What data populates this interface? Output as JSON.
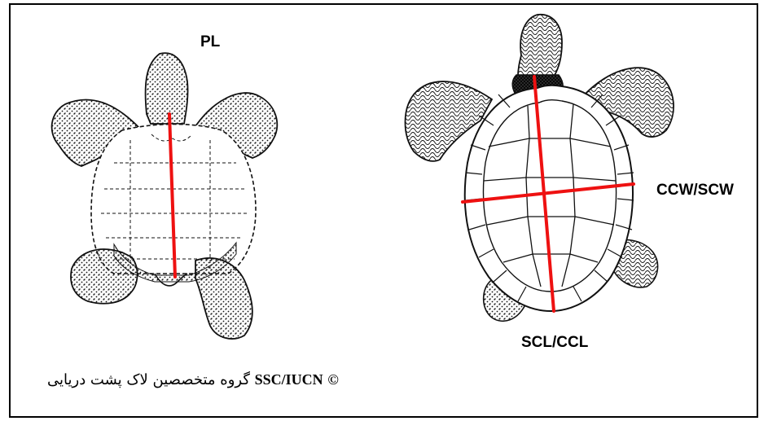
{
  "figure": {
    "label_pl": "PL",
    "label_width": "CCW/SCW",
    "label_length": "SCL/CCL",
    "caption_persian": "گروه متخصصین لاک پشت دریایی",
    "caption_org": "SSC/IUCN",
    "caption_copyright": "©"
  },
  "colors": {
    "measure_line": "#ee1111",
    "outline": "#111111",
    "frame": "#000000"
  },
  "icons": [
    "turtle-plastron-ventral-icon",
    "turtle-carapace-dorsal-icon"
  ]
}
